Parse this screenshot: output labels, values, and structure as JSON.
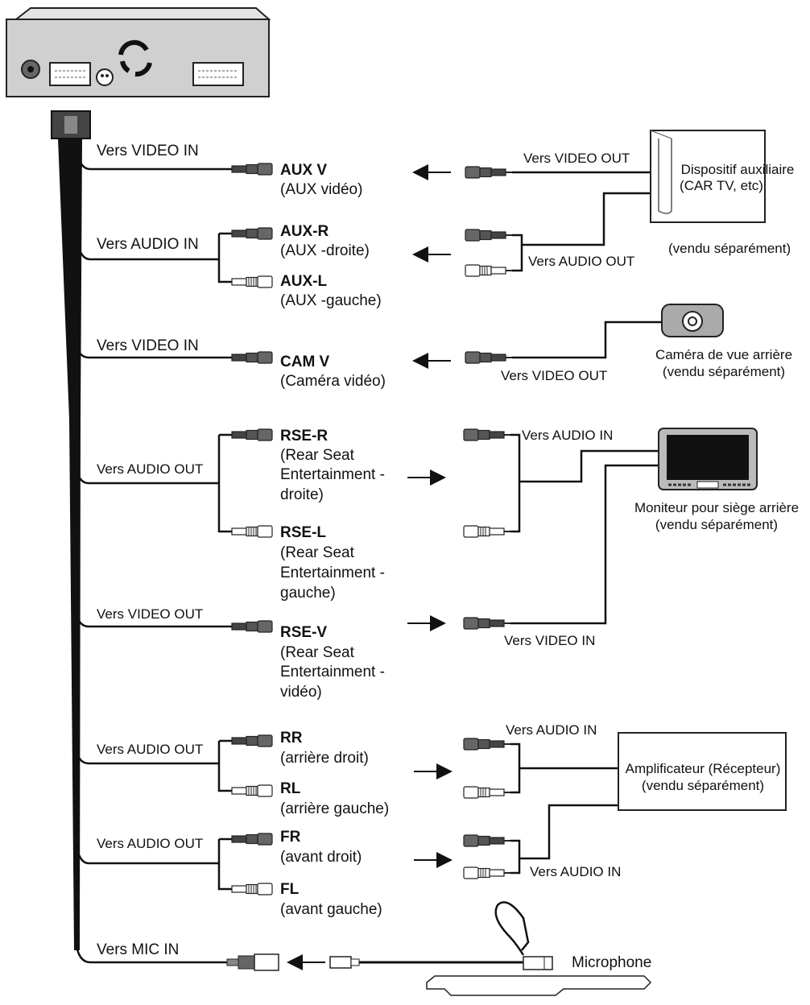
{
  "aux_v": {
    "wire": "Vers VIDEO IN",
    "name": "AUX V",
    "desc": "(AUX vidéo)",
    "remote": "Vers VIDEO OUT"
  },
  "aux_audio": {
    "wire": "Vers AUDIO IN",
    "r_name": "AUX-R",
    "r_desc": "(AUX -droite)",
    "l_name": "AUX-L",
    "l_desc": "(AUX -gauche)",
    "remote": "Vers AUDIO OUT"
  },
  "aux_device": {
    "line1": "Dispositif auxiliaire",
    "line2": "(CAR TV, etc)",
    "sold": "(vendu séparément)"
  },
  "cam": {
    "wire": "Vers VIDEO IN",
    "name": "CAM V",
    "desc": "(Caméra vidéo)",
    "remote": "Vers VIDEO OUT",
    "device_line1": "Caméra de vue arrière",
    "device_line2": "(vendu séparément)"
  },
  "rse_audio": {
    "wire": "Vers AUDIO OUT",
    "r_name": "RSE-R",
    "r_desc": [
      "(Rear Seat",
      "Entertainment -",
      "droite)"
    ],
    "l_name": "RSE-L",
    "l_desc": [
      "(Rear Seat",
      "Entertainment -",
      "gauche)"
    ],
    "remote": "Vers AUDIO IN"
  },
  "monitor": {
    "line1": "Moniteur pour siège arrière",
    "line2": "(vendu séparément)"
  },
  "rse_v": {
    "wire": "Vers VIDEO OUT",
    "name": "RSE-V",
    "desc": [
      "(Rear Seat",
      "Entertainment -",
      "vidéo)"
    ],
    "remote": "Vers VIDEO IN"
  },
  "rear_out": {
    "wire": "Vers AUDIO OUT",
    "rr_name": "RR",
    "rr_desc": "(arrière droit)",
    "rl_name": "RL",
    "rl_desc": "(arrière gauche)",
    "remote": "Vers AUDIO IN"
  },
  "amp": {
    "line1": "Amplificateur (Récepteur)",
    "line2": "(vendu séparément)"
  },
  "front_out": {
    "wire": "Vers AUDIO OUT",
    "fr_name": "FR",
    "fr_desc": "(avant droit)",
    "fl_name": "FL",
    "fl_desc": "(avant gauche)",
    "remote": "Vers AUDIO IN"
  },
  "mic": {
    "wire": "Vers MIC IN",
    "name": "Microphone"
  }
}
